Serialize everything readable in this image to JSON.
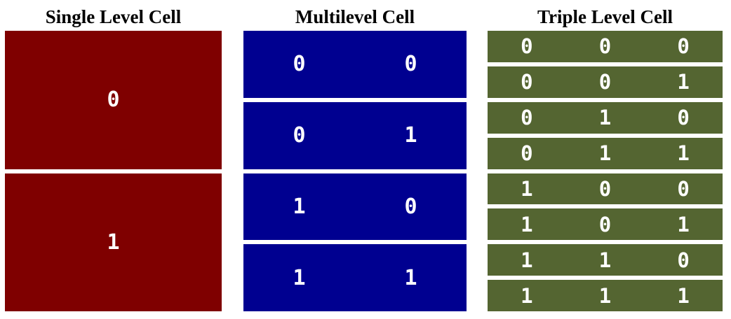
{
  "colors": {
    "slc": "#7f0000",
    "mlc": "#000090",
    "tlc": "#546531",
    "text": "#ffffff",
    "title": "#000000"
  },
  "panels": [
    {
      "id": "slc",
      "title": "Single Level Cell",
      "cells": [
        [
          "0"
        ],
        [
          "1"
        ]
      ]
    },
    {
      "id": "mlc",
      "title": "Multilevel Cell",
      "cells": [
        [
          "0",
          "0"
        ],
        [
          "0",
          "1"
        ],
        [
          "1",
          "0"
        ],
        [
          "1",
          "1"
        ]
      ]
    },
    {
      "id": "tlc",
      "title": "Triple Level Cell",
      "cells": [
        [
          "0",
          "0",
          "0"
        ],
        [
          "0",
          "0",
          "1"
        ],
        [
          "0",
          "1",
          "0"
        ],
        [
          "0",
          "1",
          "1"
        ],
        [
          "1",
          "0",
          "0"
        ],
        [
          "1",
          "0",
          "1"
        ],
        [
          "1",
          "1",
          "0"
        ],
        [
          "1",
          "1",
          "1"
        ]
      ]
    }
  ]
}
